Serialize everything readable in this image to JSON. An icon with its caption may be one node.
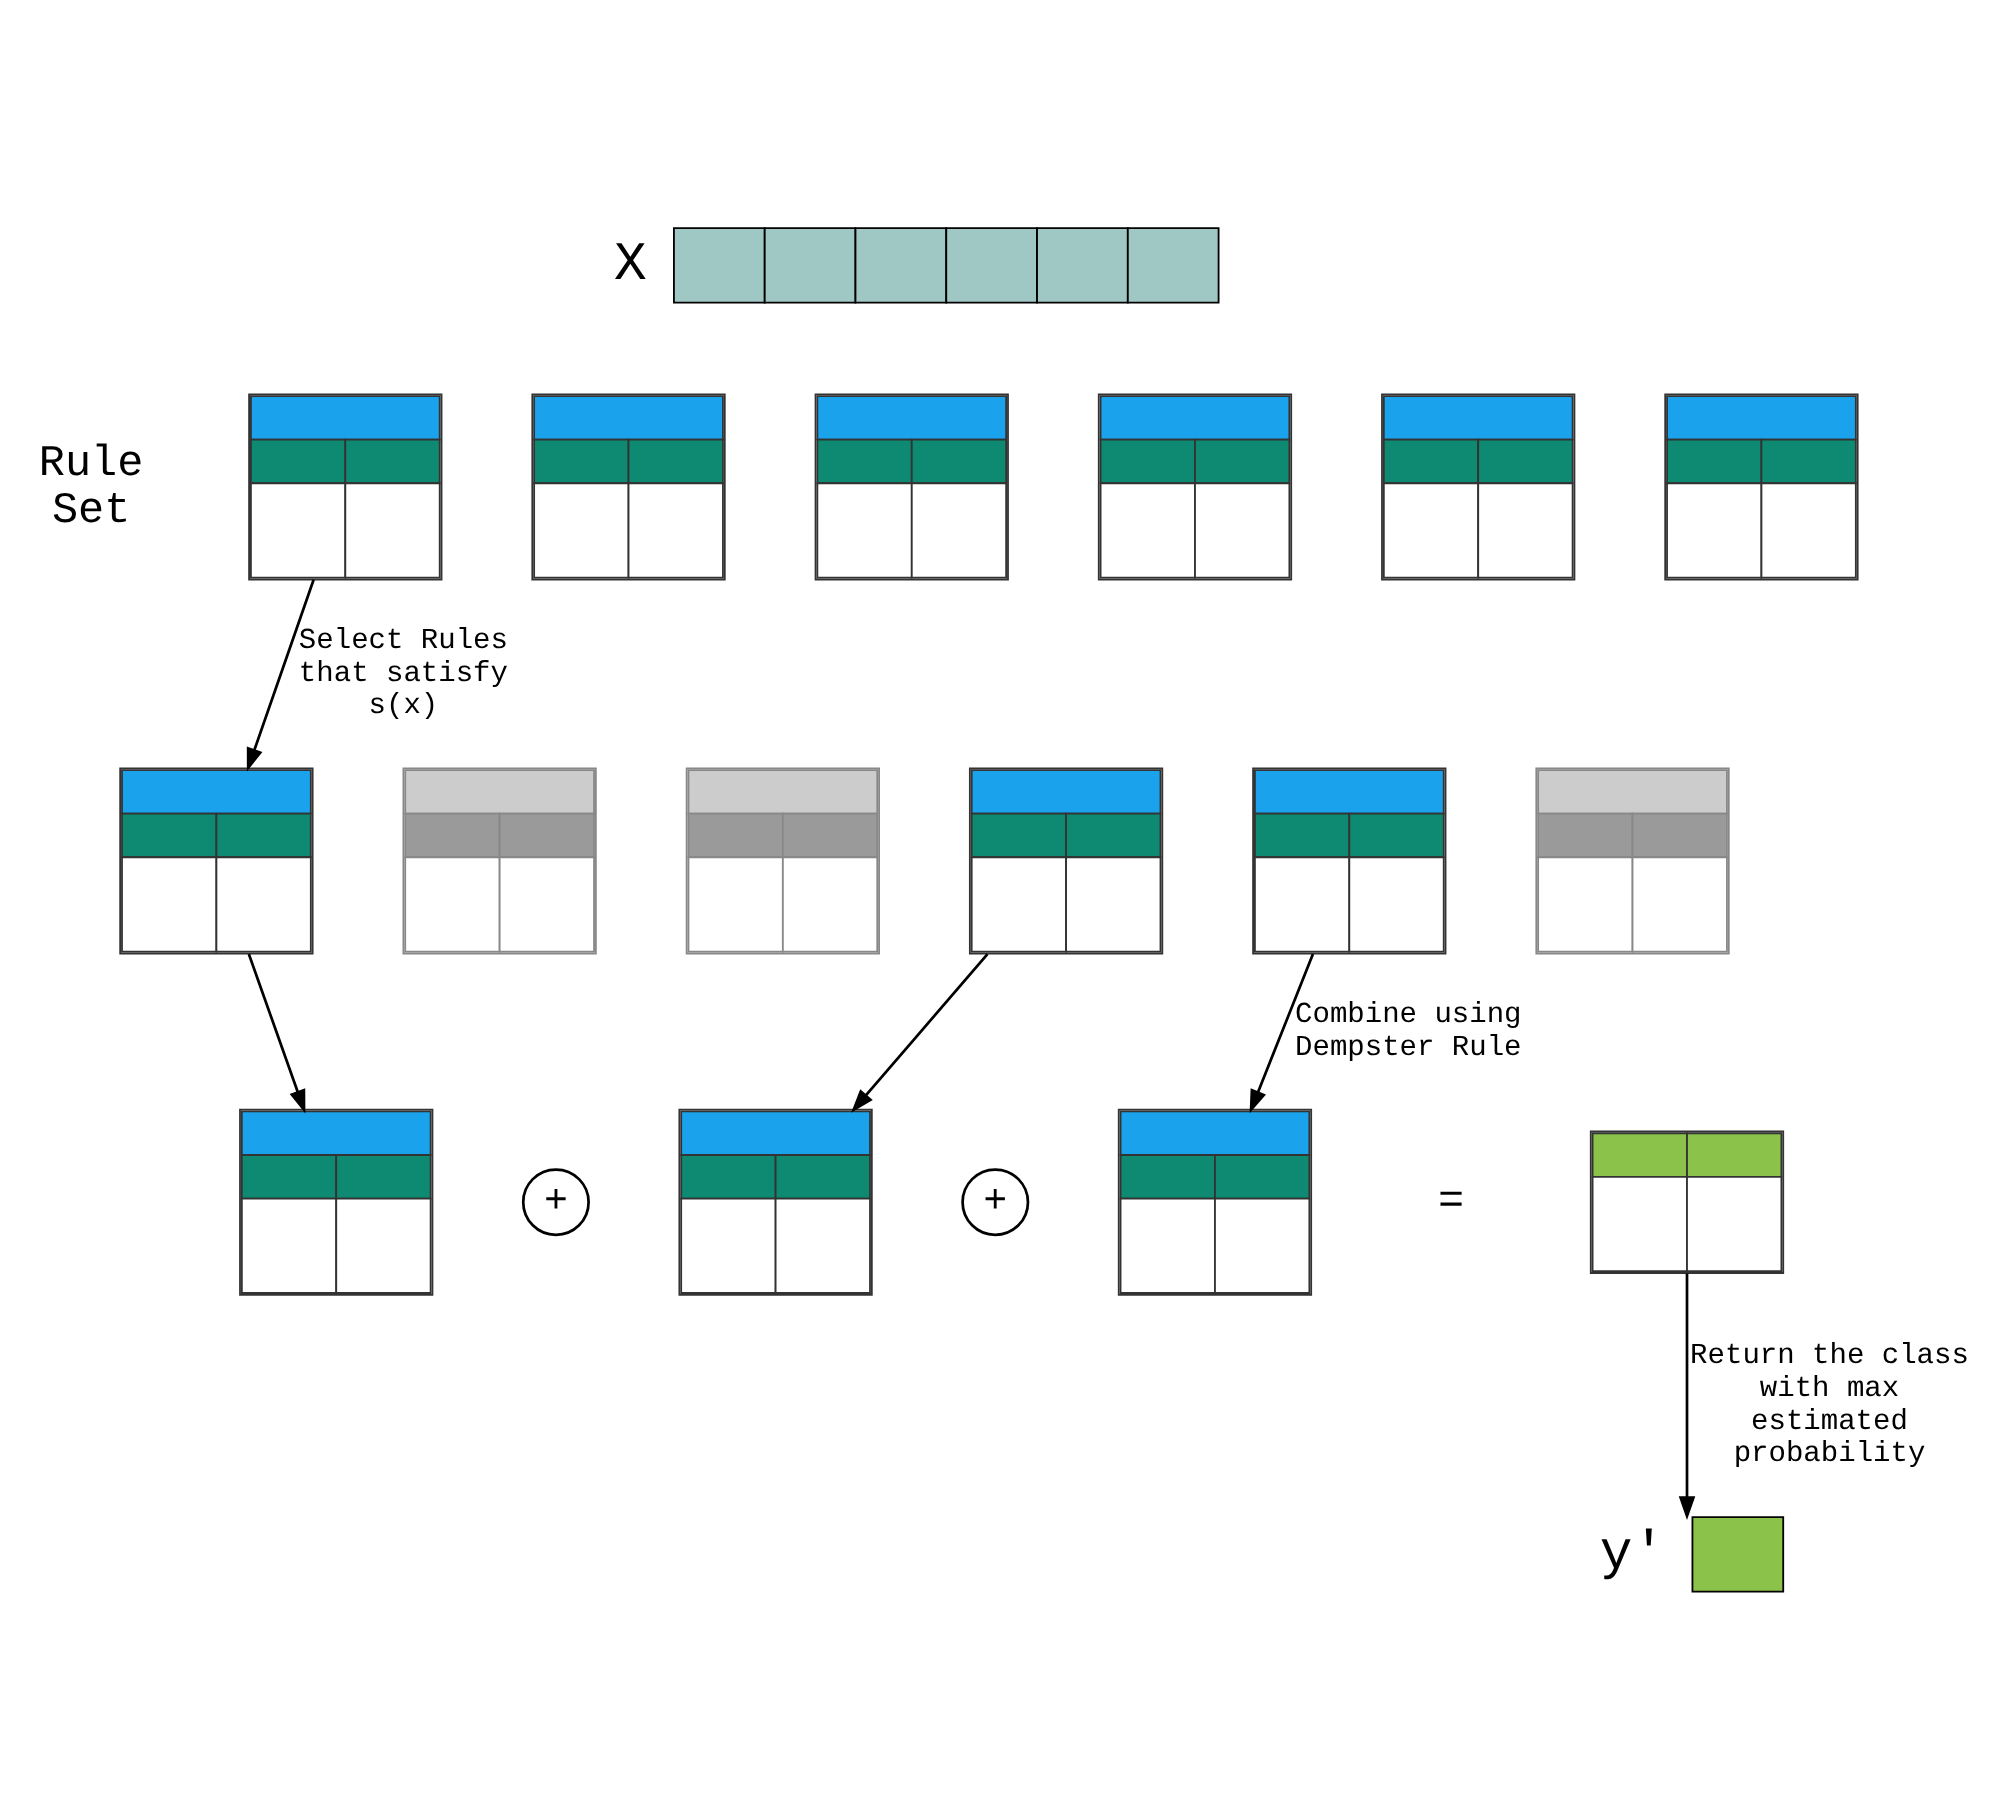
{
  "diagram": {
    "nodes": [
      {
        "text": [],
        "shape": "bar",
        "beside": [
          "X"
        ]
      },
      {
        "text": [],
        "shape": "box"
      },
      {
        "text": [],
        "shape": "box"
      },
      {
        "text": [],
        "shape": "box"
      },
      {
        "text": [],
        "shape": "box"
      },
      {
        "text": [],
        "shape": "box"
      },
      {
        "text": [],
        "shape": "box"
      },
      {
        "text": [],
        "shape": "box"
      },
      {
        "text": [],
        "shape": "box"
      },
      {
        "text": [],
        "shape": "box"
      },
      {
        "text": [],
        "shape": "box"
      },
      {
        "text": [],
        "shape": "box"
      },
      {
        "text": [],
        "shape": "box"
      },
      {
        "text": [],
        "shape": "box"
      },
      {
        "text": [
          "+"
        ]
      },
      {
        "text": [],
        "shape": "box"
      },
      {
        "text": [
          "+"
        ]
      },
      {
        "text": [],
        "shape": "box"
      },
      {
        "text": [],
        "shape": "box"
      },
      {
        "text": [],
        "shape": "bar",
        "beside": [
          "y'"
        ]
      }
    ],
    "edges": [
      {
        "from": 1,
        "to": 7,
        "arrow": "to",
        "label": "Select Rules that satisfy s(x)"
      },
      {
        "from": 7,
        "to": 13,
        "arrow": "to"
      },
      {
        "from": 10,
        "to": 15,
        "arrow": "to"
      },
      {
        "from": 11,
        "to": 17,
        "arrow": "to",
        "label": "Combine using Dempster Rule"
      },
      {
        "from": 18,
        "to": 19,
        "arrow": "to",
        "label": "Return the class with max estimated probability"
      }
    ],
    "labels": [
      "Rule Set",
      "="
    ]
  }
}
